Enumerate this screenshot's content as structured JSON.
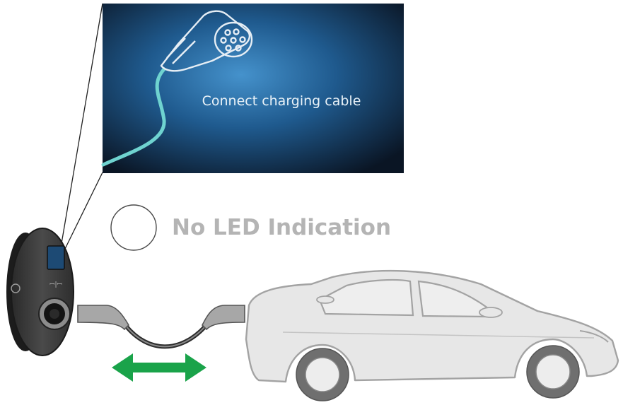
{
  "screen": {
    "message": "Connect charging cable"
  },
  "led": {
    "label": "No LED Indication",
    "state": "off"
  },
  "charger": {
    "logo_text": "ꟷ|ꟷ"
  },
  "colors": {
    "screen_glow": "#3a86c0",
    "screen_dark": "#0b1726",
    "cable_teal": "#6fd3d0",
    "arrow_green": "#1aa34a",
    "car_fill": "#e6e6e6",
    "car_stroke": "#9e9e9e",
    "charger_body": "#3b3b3b",
    "led_label": "#b4b4b4"
  }
}
